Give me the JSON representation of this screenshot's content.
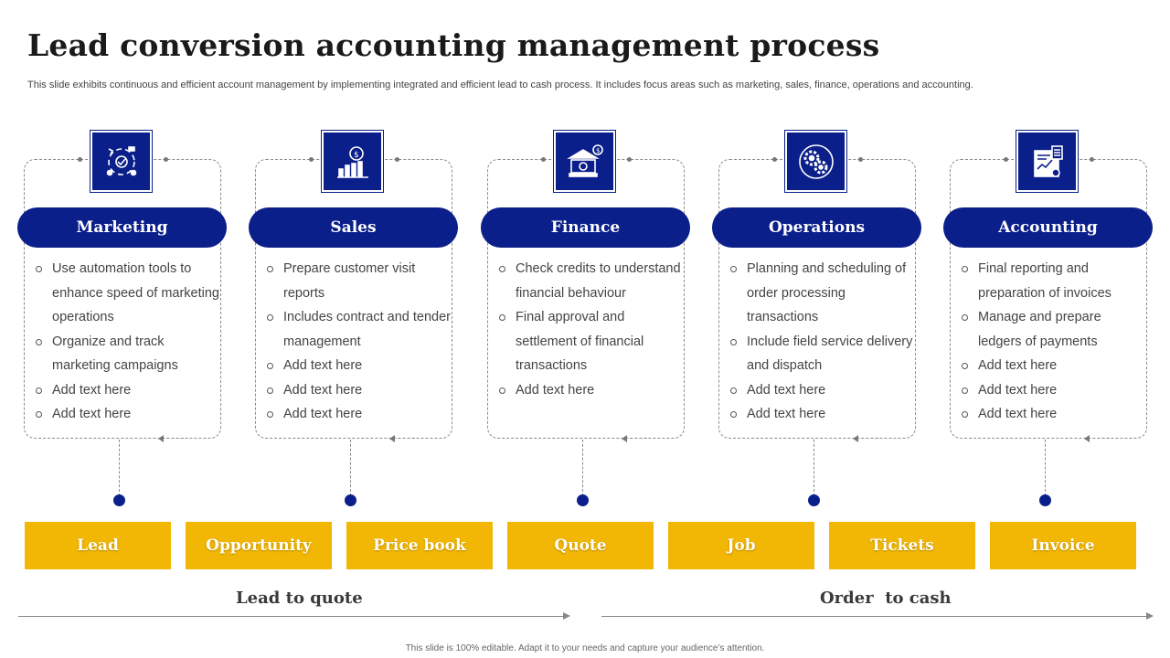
{
  "title": "Lead conversion accounting management process",
  "subtitle": "This slide exhibits continuous and efficient account management by implementing integrated and efficient lead to cash process. It includes focus areas such as marketing, sales, finance, operations and accounting.",
  "columns": [
    {
      "label": "Marketing",
      "icon": "automation-cycle-icon",
      "bullets": [
        "Use automation tools to enhance speed of marketing operations",
        "Organize and track marketing campaigns",
        "Add text here",
        "Add text here"
      ]
    },
    {
      "label": "Sales",
      "icon": "sales-growth-chart-icon",
      "bullets": [
        "Prepare customer visit reports",
        "Includes contract and tender management",
        "Add text here",
        "Add text here",
        "Add text here"
      ]
    },
    {
      "label": "Finance",
      "icon": "bank-finance-icon",
      "bullets": [
        "Check credits to understand financial behaviour",
        "Final approval and settlement of financial transactions",
        "Add text here"
      ]
    },
    {
      "label": "Operations",
      "icon": "gears-icon",
      "bullets": [
        "Planning and scheduling of order processing transactions",
        "Include field service delivery and dispatch",
        "Add text here",
        "Add text here"
      ]
    },
    {
      "label": "Accounting",
      "icon": "calculator-ledger-icon",
      "bullets": [
        "Final reporting and preparation of invoices",
        "Manage and prepare ledgers of payments",
        "Add text here",
        "Add text here",
        "Add text here"
      ]
    }
  ],
  "stages": [
    "Lead",
    "Opportunity",
    "Price book",
    "Quote",
    "Job",
    "Tickets",
    "Invoice"
  ],
  "phases": {
    "left": "Lead to quote",
    "right": "Order  to cash"
  },
  "footer": "This slide is 100% editable. Adapt it to your needs and capture your audience’s attention.",
  "colors": {
    "navy": "#0b1f8a",
    "yellow": "#f2b705"
  }
}
